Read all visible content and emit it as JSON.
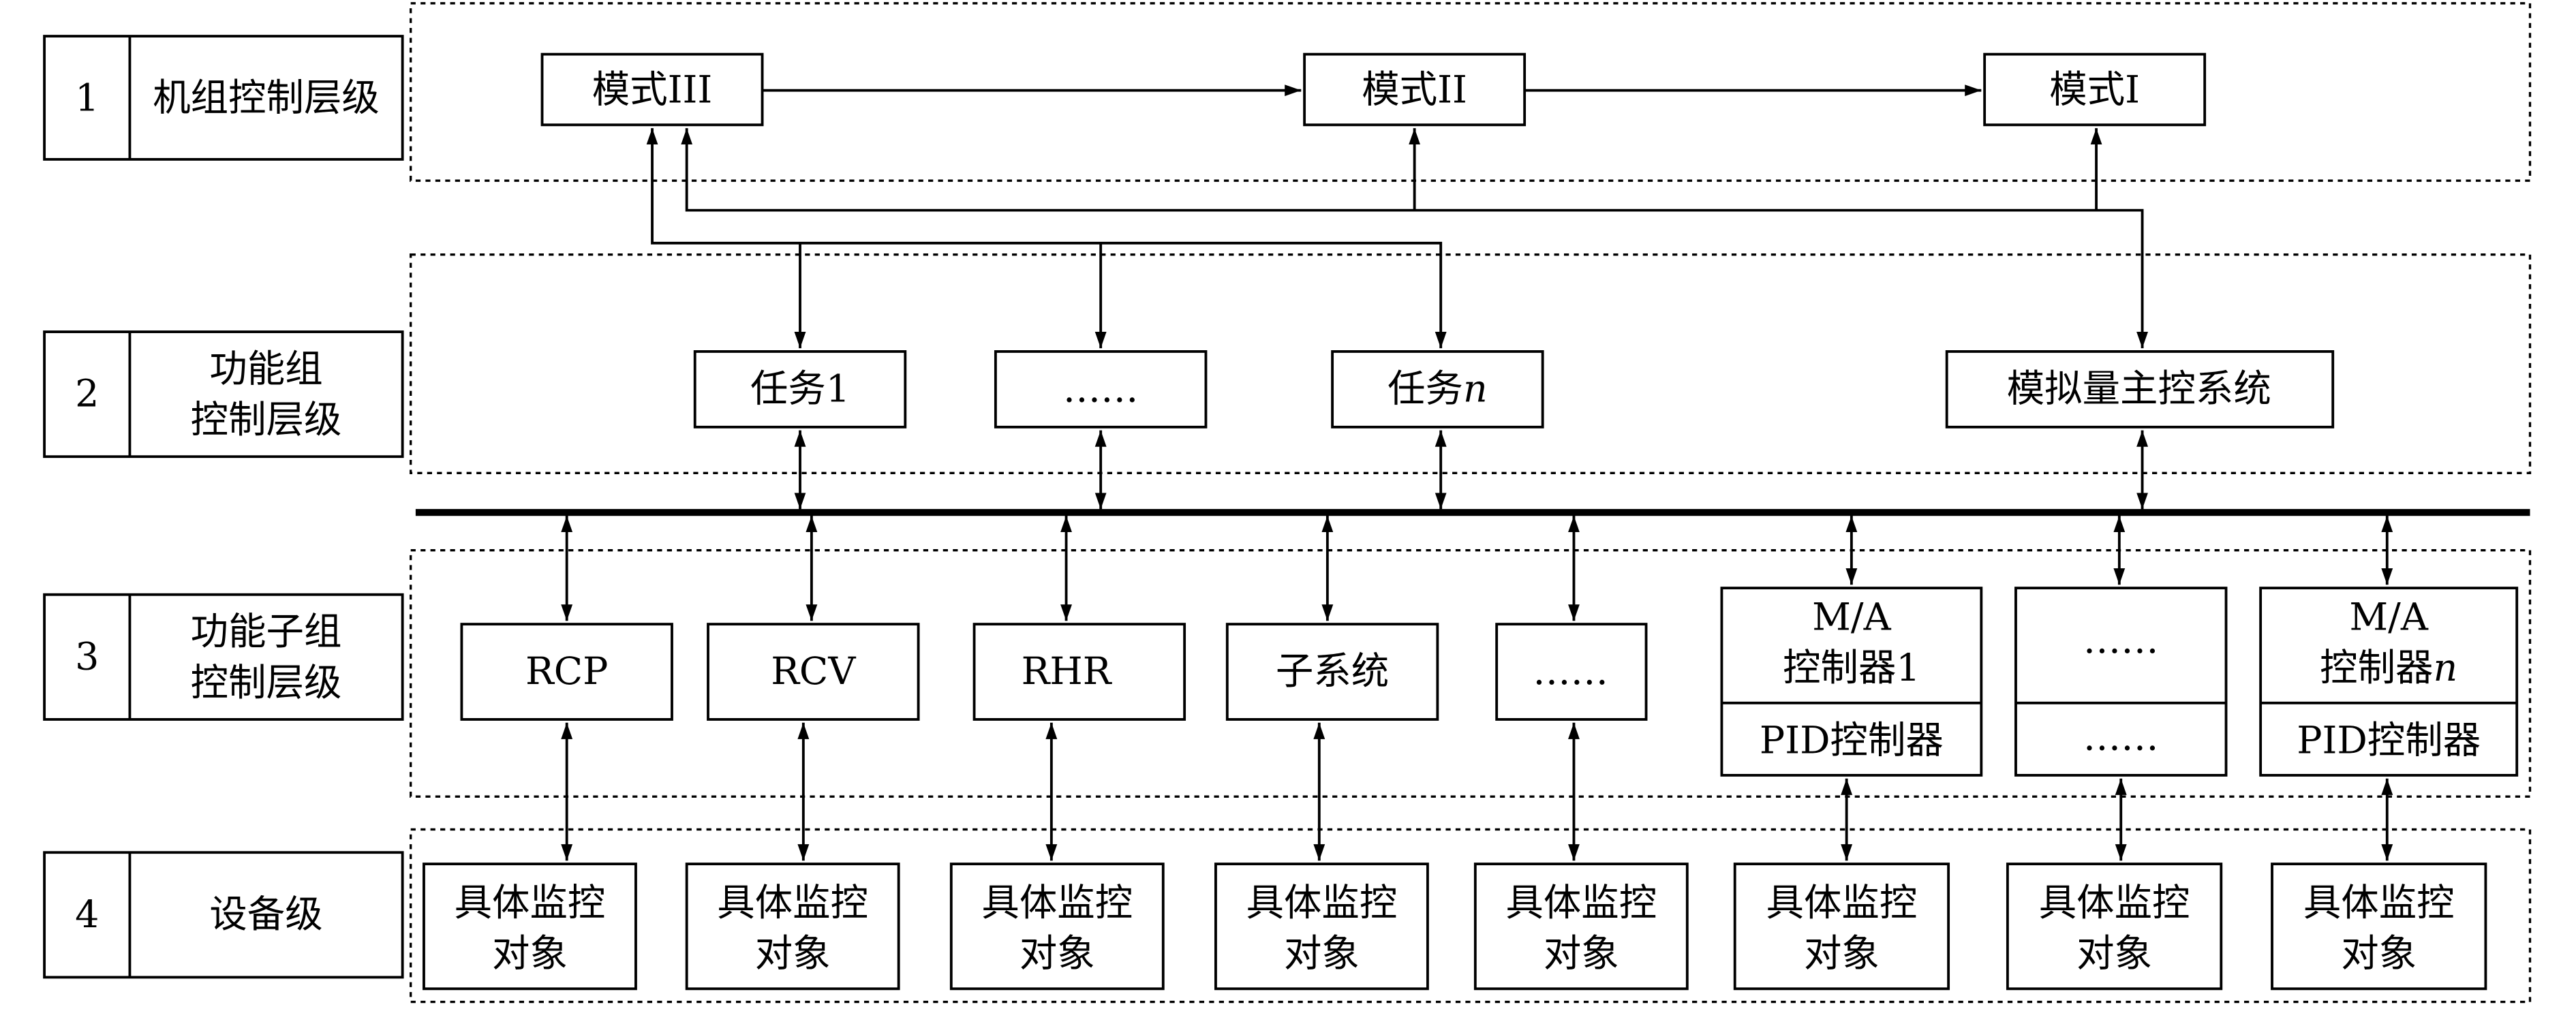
{
  "levels": [
    {
      "number": "1",
      "name_lines": [
        "机组控制层级"
      ]
    },
    {
      "number": "2",
      "name_lines": [
        "功能组",
        "控制层级"
      ]
    },
    {
      "number": "3",
      "name_lines": [
        "功能子组",
        "控制层级"
      ]
    },
    {
      "number": "4",
      "name_lines": [
        "设备级"
      ]
    }
  ],
  "unit_level": {
    "modes": [
      "模式III",
      "模式II",
      "模式I"
    ]
  },
  "function_group_level": {
    "task_1": "任务1",
    "ellipsis": "……",
    "task_n": {
      "prefix": "任务",
      "var": "n"
    },
    "analog_master": "模拟量主控系统"
  },
  "subgroup_level": {
    "rcp": "RCP",
    "rcv": "RCV",
    "rhr": "RHR",
    "subsystem": "子系统",
    "ellipsis": "……",
    "ma_1": {
      "line1": "M/A",
      "line2": "控制器1",
      "pid": "PID控制器"
    },
    "ma_mid": {
      "line1": "……",
      "pid": "……"
    },
    "ma_n": {
      "line1": "M/A",
      "line2_prefix": "控制器",
      "line2_var": "n",
      "pid": "PID控制器"
    }
  },
  "device_level": {
    "objects": [
      {
        "line1": "具体监控",
        "line2": "对象"
      },
      {
        "line1": "具体监控",
        "line2": "对象"
      },
      {
        "line1": "具体监控",
        "line2": "对象"
      },
      {
        "line1": "具体监控",
        "line2": "对象"
      },
      {
        "line1": "具体监控",
        "line2": "对象"
      },
      {
        "line1": "具体监控",
        "line2": "对象"
      },
      {
        "line1": "具体监控",
        "line2": "对象"
      },
      {
        "line1": "具体监控",
        "line2": "对象"
      }
    ]
  }
}
